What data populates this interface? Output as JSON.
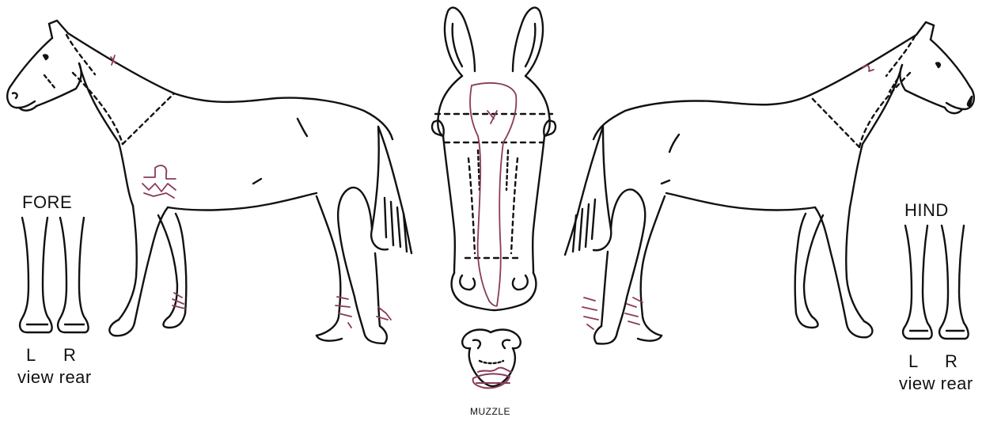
{
  "labels": {
    "fore": "FORE",
    "hind": "HIND",
    "fore_left": "L",
    "fore_right": "R",
    "fore_view_rear": "view rear",
    "hind_left": "L",
    "hind_right": "R",
    "hind_view_rear": "view rear",
    "muzzle": "MUZZLE"
  },
  "colors": {
    "outline": "#111111",
    "markings": "#8a3a5a"
  },
  "icons": {
    "left_horse": "horse-side-left-outline",
    "right_horse": "horse-side-right-outline",
    "head": "horse-head-front-outline",
    "muzzle": "horse-muzzle-outline",
    "fore_legs": "fore-legs-rear-view",
    "hind_legs": "hind-legs-rear-view"
  }
}
